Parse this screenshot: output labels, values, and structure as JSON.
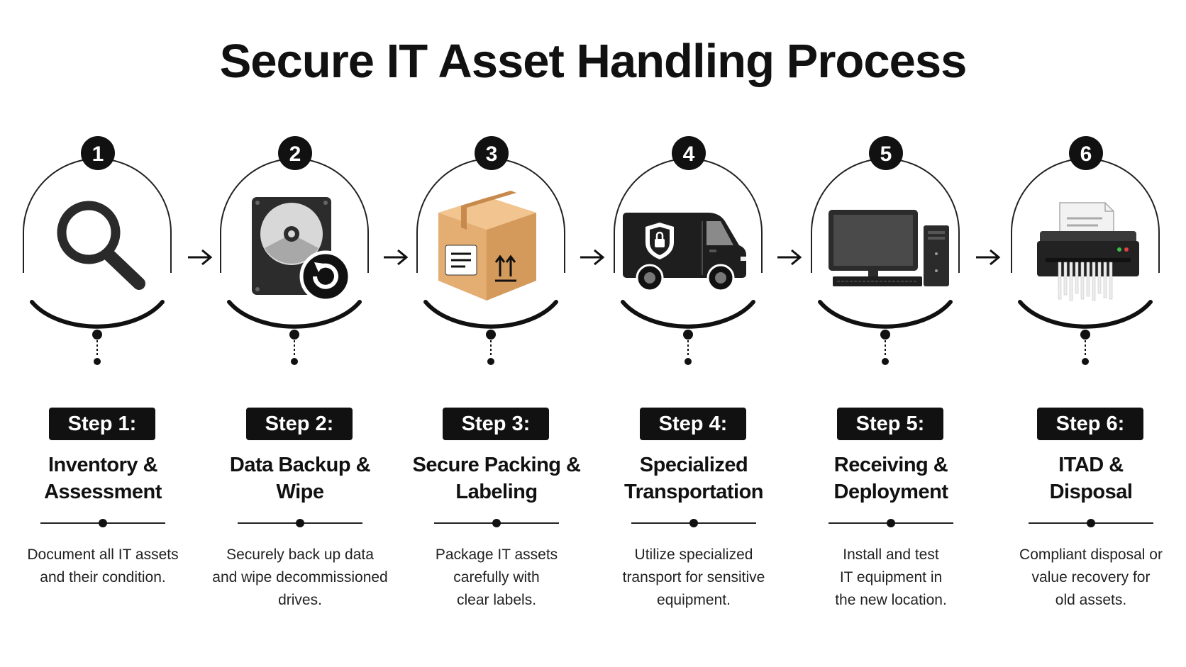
{
  "header": {
    "title": "Secure IT Asset Handling Process"
  },
  "steps": [
    {
      "number": "1",
      "badge": "Step 1:",
      "title_lines": [
        "Inventory &",
        "Assessment"
      ],
      "desc_lines": [
        "Document all IT assets",
        "and their condition."
      ],
      "icon": "magnifying-glass-icon"
    },
    {
      "number": "2",
      "badge": "Step 2:",
      "title_lines": [
        "Data Backup &",
        "Wipe"
      ],
      "desc_lines": [
        "Securely back up data",
        "and wipe decommissioned",
        "drives."
      ],
      "icon": "hard-drive-wipe-icon"
    },
    {
      "number": "3",
      "badge": "Step 3:",
      "title_lines": [
        "Secure Packing &",
        "Labeling"
      ],
      "desc_lines": [
        "Package IT assets",
        "carefully with",
        "clear labels."
      ],
      "icon": "package-box-icon"
    },
    {
      "number": "4",
      "badge": "Step 4:",
      "title_lines": [
        "Specialized",
        "Transportation"
      ],
      "desc_lines": [
        "Utilize specialized",
        "transport for sensitive",
        "equipment."
      ],
      "icon": "secure-van-icon"
    },
    {
      "number": "5",
      "badge": "Step 5:",
      "title_lines": [
        "Receiving &",
        "Deployment"
      ],
      "desc_lines": [
        "Install and test",
        "IT equipment in",
        "the new location."
      ],
      "icon": "desktop-computer-icon"
    },
    {
      "number": "6",
      "badge": "Step 6:",
      "title_lines": [
        "ITAD &",
        "Disposal"
      ],
      "desc_lines": [
        "Compliant disposal or",
        "value recovery for",
        "old assets."
      ],
      "icon": "paper-shredder-icon"
    }
  ]
}
